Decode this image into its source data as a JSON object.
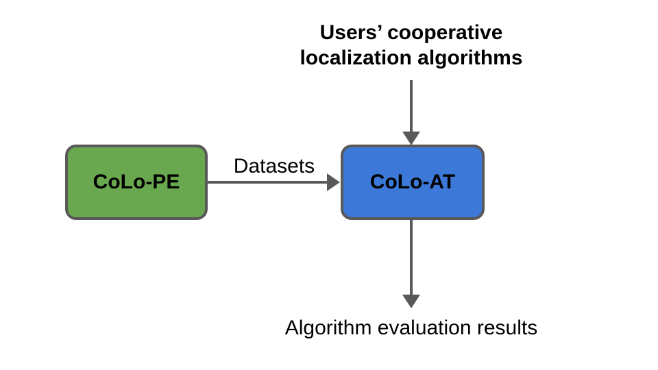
{
  "colors": {
    "background": "#ffffff",
    "green_box_fill": "#6aa84f",
    "blue_box_fill": "#3c78d8",
    "box_border": "#595959",
    "arrow": "#595959",
    "text": "#000000"
  },
  "title": {
    "lines": [
      "Users’ cooperative",
      "localization algorithms"
    ]
  },
  "nodes": {
    "colo_pe": {
      "label": "CoLo-PE"
    },
    "colo_at": {
      "label": "CoLo-AT"
    }
  },
  "edges": {
    "datasets_label": "Datasets",
    "output_label": "Algorithm evaluation results"
  }
}
